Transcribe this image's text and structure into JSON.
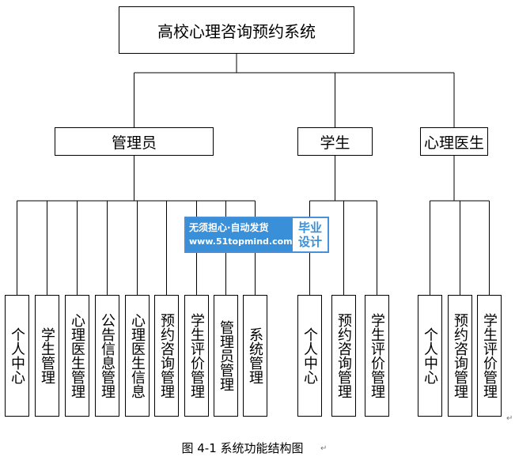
{
  "root": {
    "label": "高校心理咨询预约系统"
  },
  "branches": [
    {
      "label": "管理员",
      "children": [
        "个人中心",
        "学生管理",
        "心理医生管理",
        "公告信息管理",
        "心理医生信息",
        "预约咨询管理",
        "学生评价管理",
        "管理员管理",
        "系统管理"
      ]
    },
    {
      "label": "学生",
      "children": [
        "个人中心",
        "预约咨询管理",
        "学生评价管理"
      ]
    },
    {
      "label": "心理医生",
      "children": [
        "个人中心",
        "预约咨询管理",
        "学生评价管理"
      ]
    }
  ],
  "watermark": {
    "line1": "无须担心·自动发货",
    "line2": "www.51topmind.com",
    "badge_line1": "毕业",
    "badge_line2": "设计"
  },
  "caption": "图 4-1  系统功能结构图",
  "paragraph_mark": "↵",
  "colors": {
    "line": "#000000",
    "watermark_blue": "#3a8fd9"
  }
}
